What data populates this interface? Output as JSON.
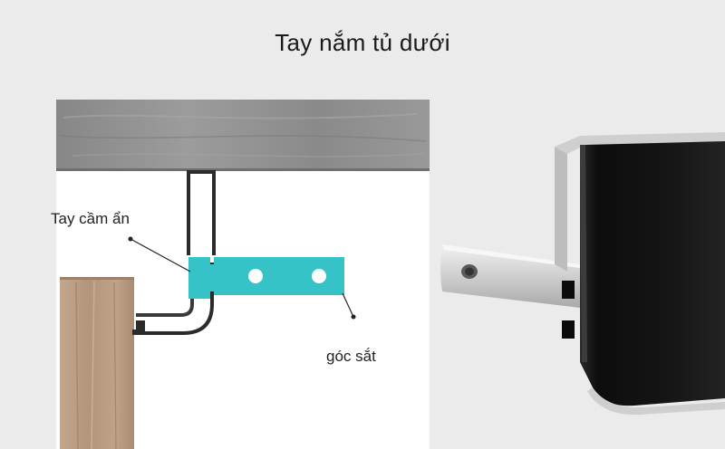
{
  "title": "Tay nắm tủ dưới",
  "labels": {
    "hidden_handle": "Tay cầm ẩn",
    "iron_bracket": "góc sắt"
  },
  "colors": {
    "background": "#ebebeb",
    "cabinet_panel": "#ffffff",
    "countertop": "#8f8f8f",
    "door_wood": "#b89a80",
    "handle_highlight": "#36c3c8",
    "profile_black": "#111111",
    "bracket_metal": "#d9d9d9"
  },
  "icons": {
    "handle_profile": "aluminum-gola-profile-icon",
    "bracket": "metal-bracket-icon"
  }
}
